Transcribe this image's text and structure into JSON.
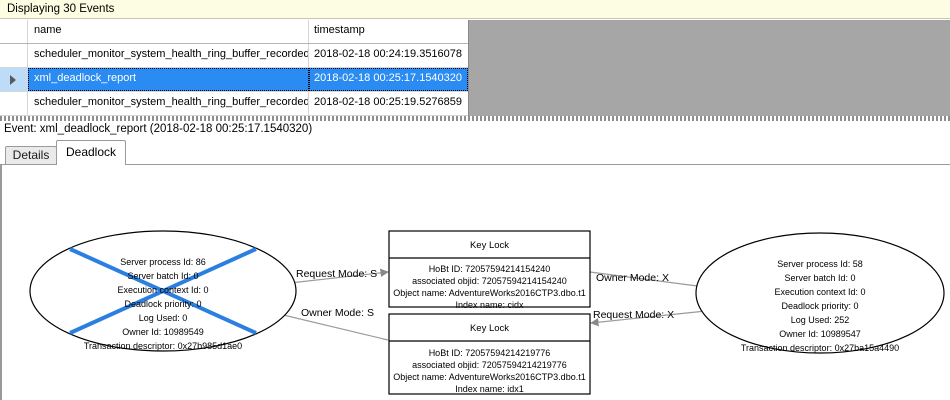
{
  "banner": {
    "text": "Displaying 30 Events"
  },
  "grid": {
    "columns": [
      "name",
      "timestamp"
    ],
    "rows": [
      {
        "name": "scheduler_monitor_system_health_ring_buffer_recorded",
        "timestamp": "2018-02-18 00:24:19.3516078",
        "selected": false
      },
      {
        "name": "xml_deadlock_report",
        "timestamp": "2018-02-18 00:25:17.1540320",
        "selected": true
      },
      {
        "name": "scheduler_monitor_system_health_ring_buffer_recorded",
        "timestamp": "2018-02-18 00:25:19.5276859",
        "selected": false
      }
    ],
    "selection_color": "#2a8bf2"
  },
  "event_header": {
    "text": "Event: xml_deadlock_report (2018-02-18 00:25:17.1540320)"
  },
  "tabs": [
    {
      "label": "Details",
      "active": false
    },
    {
      "label": "Deadlock",
      "active": true
    }
  ],
  "deadlock_graph": {
    "victim_marker_color": "#2b7fe0",
    "processes": [
      {
        "id": "left-process",
        "victim": true,
        "lines": [
          "Server process Id: 86",
          "Server batch Id: 0",
          "Execution context Id: 0",
          "Deadlock priority: 0",
          "Log Used: 0",
          "Owner Id: 10989549",
          "Transaction descriptor: 0x27b985d1ae0"
        ]
      },
      {
        "id": "right-process",
        "victim": false,
        "lines": [
          "Server process Id: 58",
          "Server batch Id: 0",
          "Execution context Id: 0",
          "Deadlock priority: 0",
          "Log Used: 252",
          "Owner Id: 10989547",
          "Transaction descriptor: 0x27ba15a4490"
        ]
      }
    ],
    "resources": [
      {
        "id": "top-key-lock",
        "title": "Key Lock",
        "lines": [
          "HoBt ID: 72057594214154240",
          "associated objid: 72057594214154240",
          "Object name: AdventureWorks2016CTP3.dbo.t1",
          "Index name: cidx"
        ]
      },
      {
        "id": "bottom-key-lock",
        "title": "Key Lock",
        "lines": [
          "HoBt ID: 72057594214219776",
          "associated objid: 72057594214219776",
          "Object name: AdventureWorks2016CTP3.dbo.t1",
          "Index name: idx1"
        ]
      }
    ],
    "edges": [
      {
        "id": "edge-request-s",
        "label": "Request Mode: S",
        "from": "left-process",
        "to": "top-key-lock"
      },
      {
        "id": "edge-owner-x",
        "label": "Owner Mode: X",
        "from": "top-key-lock",
        "to": "right-process"
      },
      {
        "id": "edge-owner-s",
        "label": "Owner Mode: S",
        "from": "bottom-key-lock",
        "to": "left-process"
      },
      {
        "id": "edge-request-x",
        "label": "Request Mode: X",
        "from": "right-process",
        "to": "bottom-key-lock"
      }
    ]
  }
}
